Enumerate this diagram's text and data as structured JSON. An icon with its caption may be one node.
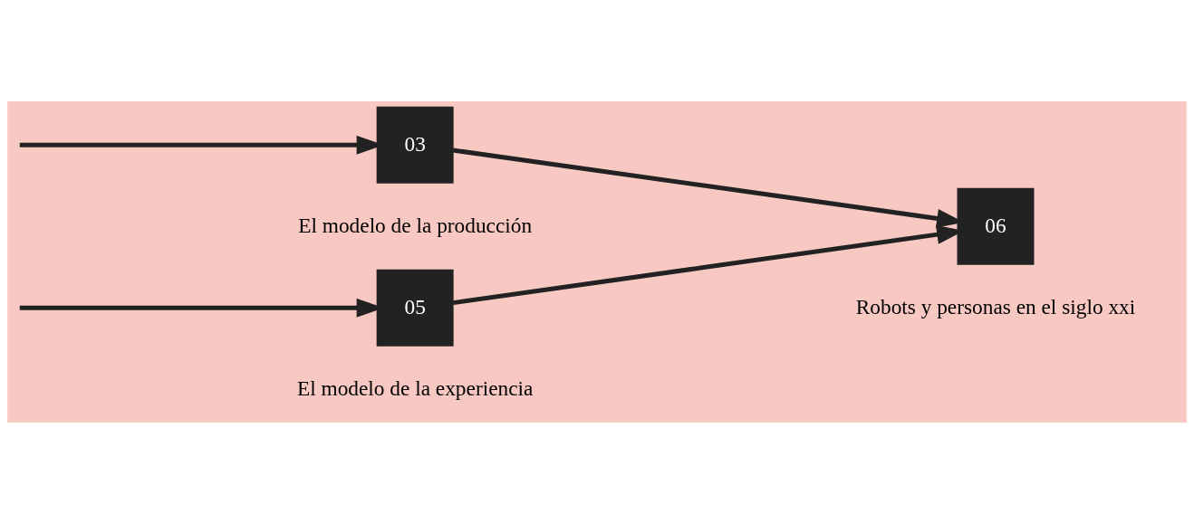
{
  "diagram": {
    "nodes": [
      {
        "text": [
          "03"
        ],
        "beside": [
          "El modelo de la producción"
        ]
      },
      {
        "text": [
          "05"
        ],
        "beside": [
          "El modelo de la experiencia"
        ]
      },
      {
        "text": [
          "06"
        ],
        "beside": [
          "Robots y personas en el siglo xxi"
        ]
      }
    ],
    "edges": [
      {
        "from": null,
        "to": 0,
        "arrow": "to"
      },
      {
        "from": 0,
        "to": 2,
        "arrow": "to"
      },
      {
        "from": null,
        "to": 1,
        "arrow": "to"
      },
      {
        "from": 1,
        "to": 2,
        "arrow": "to"
      }
    ]
  }
}
